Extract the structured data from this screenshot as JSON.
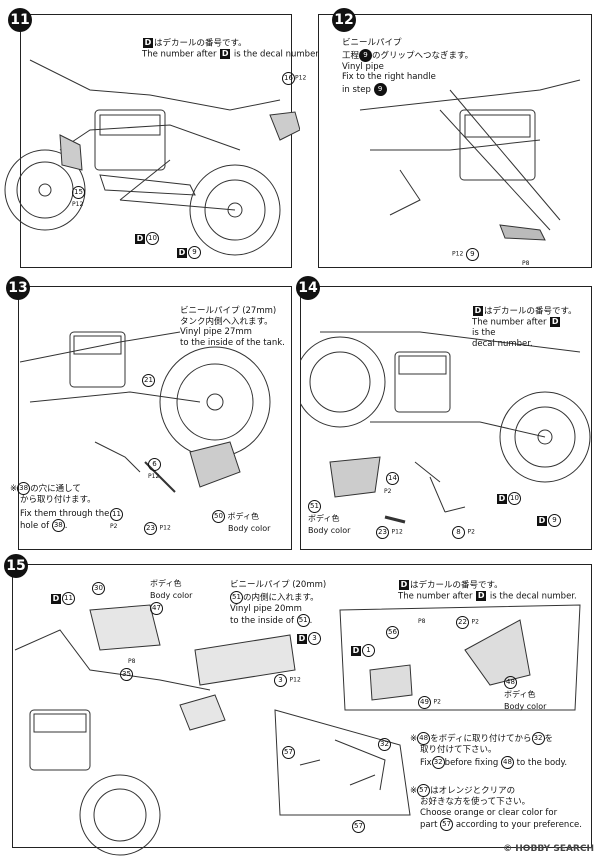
{
  "steps": [
    {
      "number": "11",
      "decal_jp": "はデカールの番号です。",
      "decal_en_pre": "The number after",
      "decal_en_post": "is the decal number.",
      "parts": [
        {
          "num": "16",
          "ref": "P",
          "ref_n": "12"
        },
        {
          "num": "15",
          "ref": "P",
          "ref_n": "12"
        },
        {
          "d": "D",
          "num": "10"
        },
        {
          "d": "D",
          "num": "9"
        }
      ]
    },
    {
      "number": "12",
      "jp1": "ビニールパイプ",
      "jp2_pre": "工程",
      "jp2_num": "9",
      "jp2_post": "のグリップへつなぎます。",
      "en1": "Vinyl pipe",
      "en2": "Fix to the right handle",
      "en3_pre": "in step",
      "en3_num": "9",
      "parts": [
        {
          "ref": "P",
          "ref_n": "12",
          "num": "9"
        },
        {
          "ref": "P",
          "ref_n": "8"
        }
      ]
    },
    {
      "number": "13",
      "jp1": "ビニールパイプ (27mm)",
      "jp2": "タンク内側へ入れます。",
      "en1": "Vinyl pipe 27mm",
      "en2": "to the inside of the tank.",
      "note_jp1_num": "38",
      "note_jp1_post": "の穴に通して",
      "note_jp2": "から取り付けます。",
      "note_en1": "Fix them through the",
      "note_en2_pre": "hole of",
      "note_en2_num": "38",
      "parts": [
        {
          "num": "21"
        },
        {
          "num": "6",
          "ref": "P",
          "ref_n": "12"
        },
        {
          "num": "11",
          "ref": "P",
          "ref_n": "2"
        },
        {
          "num": "23",
          "ref": "P",
          "ref_n": "12"
        },
        {
          "num": "50",
          "color_jp": "ボディ色",
          "color_en": "Body color"
        }
      ]
    },
    {
      "number": "14",
      "decal_jp": "はデカールの番号です。",
      "decal_en_pre": "The number after",
      "decal_en_post": "is the",
      "decal_en3": "decal number.",
      "parts": [
        {
          "num": "14"
        },
        {
          "ref": "P",
          "ref_n": "2"
        },
        {
          "num": "51",
          "color_jp": "ボディ色",
          "color_en": "Body color"
        },
        {
          "num": "23",
          "ref": "P",
          "ref_n": "12"
        },
        {
          "num": "8",
          "ref": "P",
          "ref_n": "2"
        },
        {
          "d": "D",
          "num": "10"
        },
        {
          "d": "D",
          "num": "9"
        }
      ]
    },
    {
      "number": "15",
      "decal_jp": "はデカールの番号です。",
      "decal_en_pre": "The number after",
      "decal_en_post": "is the decal number.",
      "pipe_jp1": "ビニールパイプ (20mm)",
      "pipe_jp2_num": "51",
      "pipe_jp2_post": "の内側に入れます。",
      "pipe_en1": "Vinyl pipe 20mm",
      "pipe_en2_pre": "to the inside of",
      "pipe_en2_num": "51",
      "note1_jp1_num": "48",
      "note1_jp1_mid": "をボディに取り付けてから",
      "note1_jp1_num2": "32",
      "note1_jp1_post": "を",
      "note1_jp2": "取り付けて下さい。",
      "note1_en_pre": "Fix",
      "note1_en_num": "32",
      "note1_en_mid": "before fixing",
      "note1_en_num2": "48",
      "note1_en_post": "to the body.",
      "note2_jp1_num": "57",
      "note2_jp1_post": "はオレンジとクリアの",
      "note2_jp2": "お好きな方を使って下さい。",
      "note2_en1": "Choose orange or clear color for",
      "note2_en2_pre": "part",
      "note2_en2_num": "57",
      "note2_en2_post": "according to your preference.",
      "parts": [
        {
          "num": "30"
        },
        {
          "d": "D",
          "num": "11"
        },
        {
          "num": "47",
          "color_jp": "ボディ色",
          "color_en": "Body color"
        },
        {
          "ref": "P",
          "ref_n": "8"
        },
        {
          "num": "35"
        },
        {
          "d": "D",
          "num": "3"
        },
        {
          "num": "3",
          "ref": "P",
          "ref_n": "12"
        },
        {
          "num": "56"
        },
        {
          "ref": "P",
          "ref_n": "8"
        },
        {
          "num": "22",
          "ref": "P",
          "ref_n": "2"
        },
        {
          "d": "D",
          "num": "1"
        },
        {
          "num": "49",
          "ref": "P",
          "ref_n": "2"
        },
        {
          "num": "48",
          "color_jp": "ボディ色",
          "color_en": "Body color"
        },
        {
          "num": "57"
        },
        {
          "num": "32"
        },
        {
          "num": "57"
        }
      ]
    }
  ],
  "watermark": "© HOBBY SEARCH"
}
